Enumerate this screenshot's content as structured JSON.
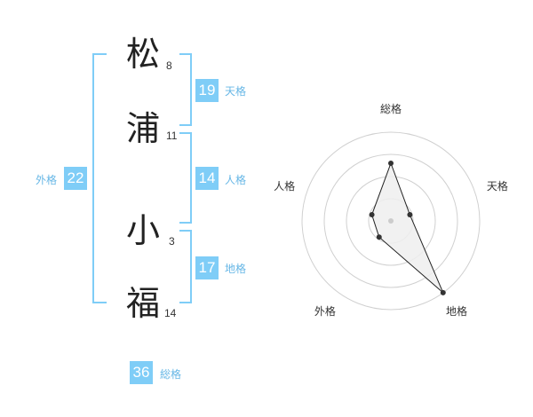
{
  "name_chars": [
    {
      "char": "松",
      "strokes": "8"
    },
    {
      "char": "浦",
      "strokes": "11"
    },
    {
      "char": "小",
      "strokes": "3"
    },
    {
      "char": "福",
      "strokes": "14"
    }
  ],
  "scores": {
    "tenkaku": {
      "value": "19",
      "label": "天格"
    },
    "jinkaku": {
      "value": "14",
      "label": "人格"
    },
    "chikaku": {
      "value": "17",
      "label": "地格"
    },
    "gaikaku": {
      "value": "22",
      "label": "外格"
    },
    "soukaku": {
      "value": "36",
      "label": "総格"
    }
  },
  "colors": {
    "accent": "#7fcdf7",
    "label_blue": "#67b7e6"
  },
  "chart_data": {
    "type": "radar",
    "axes": [
      "総格",
      "天格",
      "地格",
      "外格",
      "人格"
    ],
    "rings": 4,
    "max": 4,
    "values": [
      2.6,
      0.9,
      4.0,
      0.9,
      0.9
    ]
  }
}
